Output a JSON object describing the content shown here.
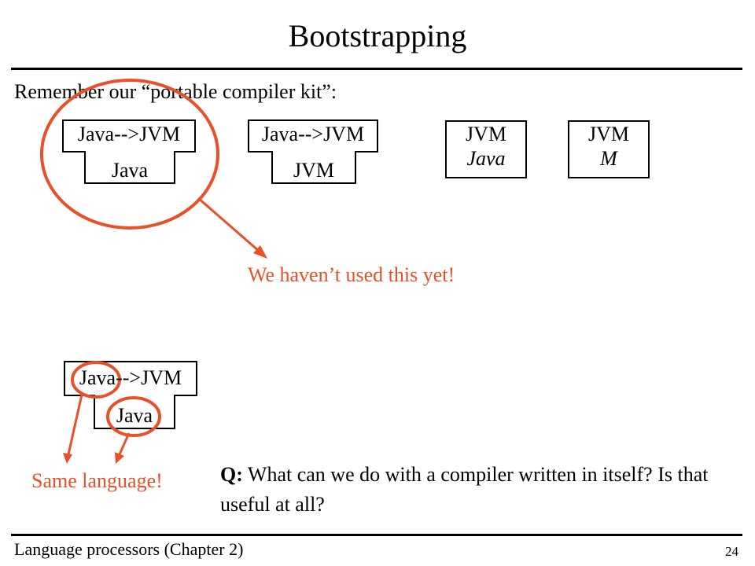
{
  "slide": {
    "title": "Bootstrapping",
    "intro": "Remember our “portable compiler kit”:",
    "note_unused": "We haven’t used this yet!",
    "note_same": "Same language!",
    "question_prefix": "Q:",
    "question_text": " What can we do with a compiler written in itself? Is that useful at all?",
    "footer": "Language processors (Chapter 2)",
    "page_number": "24"
  },
  "diagrams": {
    "compiler_java": {
      "top": "Java-->JVM",
      "bottom": "Java"
    },
    "compiler_jvm": {
      "top": "Java-->JVM",
      "bottom": "JVM"
    },
    "interp_java": {
      "top": "JVM",
      "bottom": "Java"
    },
    "interp_m": {
      "top": "JVM",
      "bottom": "M"
    },
    "compiler_self": {
      "top": "Java-->JVM",
      "bottom": "Java"
    }
  },
  "colors": {
    "annotation": "#e8502a",
    "ink": "#000000"
  }
}
